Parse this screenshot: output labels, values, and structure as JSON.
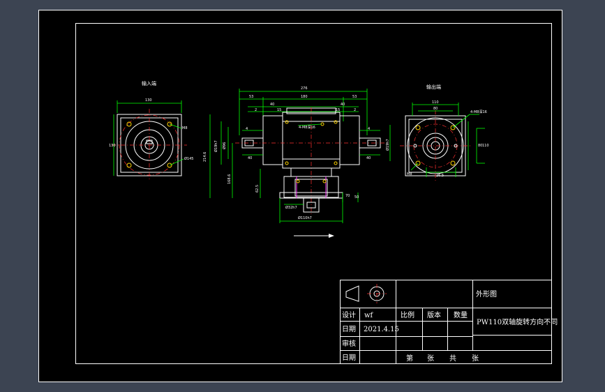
{
  "sheet": {
    "views": {
      "input_end": "输入端",
      "output_end": "输出端"
    },
    "front_dims": {
      "overall": "276",
      "left": "53",
      "center": "180",
      "right": "53",
      "d1": "2",
      "d2": "40",
      "d3": "15",
      "d4": "15",
      "d5": "40",
      "d6": "2",
      "h1": "4",
      "h2": "40",
      "h3": "4",
      "h4": "40",
      "v1": "214.6",
      "v2": "168.6",
      "v3": "62.5",
      "shaft_l": "Ø19h7",
      "shaft_r": "Ø19h7",
      "spig": "Ø96",
      "foot1": "70",
      "foot2": "50",
      "base_a": "Ø32h7",
      "base_b": "Ø110h7",
      "hole_note": "4-M8深16"
    },
    "side_dims": {
      "left_top": "130",
      "left_side": "130",
      "left_note1": "M8",
      "left_note2": "Ø145",
      "right_top1": "110",
      "right_top2": "80",
      "right_side": "80",
      "right_side2": "110",
      "right_note": "4-M8深16",
      "right_bottom": "26.5",
      "right_small": "M8"
    }
  },
  "title_block": {
    "drawing_title": "外形图",
    "labels": {
      "design": "设计",
      "date": "日期",
      "review": "审核",
      "date2": "日期",
      "scale": "比例",
      "version": "版本",
      "quantity": "数量"
    },
    "designer": "wf",
    "date_value": "2021.4.15",
    "part_name": "PW110双轴旋转方向不同",
    "sheet_no": {
      "di": "第",
      "zhang1": "张",
      "gong": "共",
      "zhang2": "张"
    }
  },
  "colors": {
    "background": "#3c4452",
    "sheet": "#000000",
    "outline": "#ffffff",
    "dimension": "#00ff00",
    "centerline": "#ff3030",
    "bolt": "#ffd400",
    "accent": "#ff40ff"
  }
}
